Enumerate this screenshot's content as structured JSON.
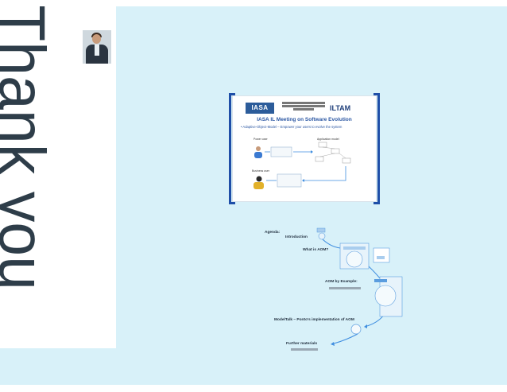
{
  "side_panel": {
    "title": "Thank you"
  },
  "slide": {
    "logo_left": "IASA",
    "logo_right": "ILTAM",
    "title": "IASA IL Meeting on Software Evolution",
    "subtitle": "• Adaptive-Object-Model – Empower your users to evolve the system",
    "power_user_label": "Power user",
    "app_model_label": "Application model",
    "business_user_label": "Business user"
  },
  "agenda": {
    "heading": "Agenda:",
    "items": [
      {
        "label": "Introduction"
      },
      {
        "label": "What is AOM?"
      },
      {
        "label": "AOM by Example:"
      },
      {
        "label": "ModelTalk – Ponto's implementation of AOM"
      },
      {
        "label": "Further materials"
      }
    ]
  },
  "colors": {
    "canvas_bg": "#d8f1f9",
    "accent": "#1f4fa8",
    "arrow": "#3f8ee0"
  }
}
